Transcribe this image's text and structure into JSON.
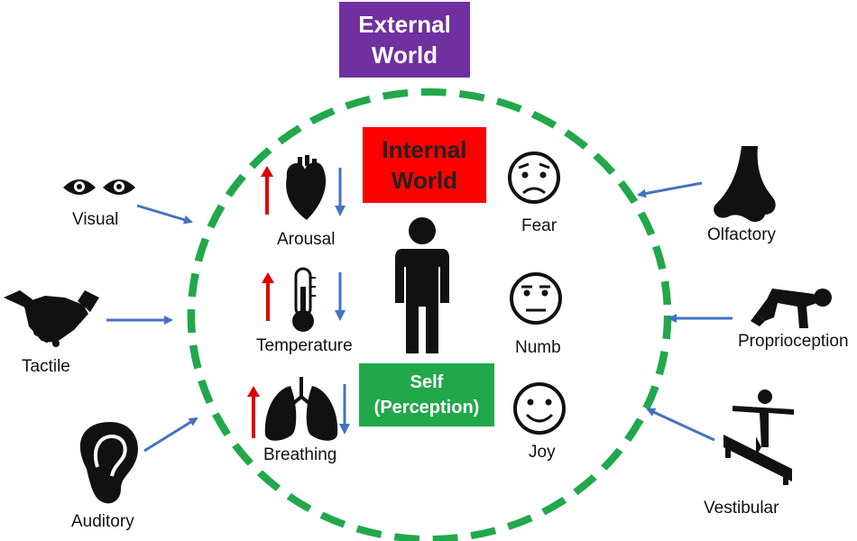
{
  "colors": {
    "external_box": "#7030a0",
    "internal_box": "#ff0000",
    "self_box": "#21a84a",
    "dashed_circle": "#21a84a",
    "arrows": "#4472c4",
    "up_arrow": "#e00000",
    "down_arrow": "#4472c4"
  },
  "external_world": {
    "line1": "External",
    "line2": "World"
  },
  "internal_world": {
    "line1": "Internal",
    "line2": "World"
  },
  "self": {
    "line1": "Self",
    "line2": "(Perception)"
  },
  "senses": [
    {
      "label": "Visual",
      "icon": "eyes-icon"
    },
    {
      "label": "Tactile",
      "icon": "handshake-icon"
    },
    {
      "label": "Auditory",
      "icon": "ear-icon"
    },
    {
      "label": "Olfactory",
      "icon": "nose-icon"
    },
    {
      "label": "Proprioception",
      "icon": "crawling-person-icon"
    },
    {
      "label": "Vestibular",
      "icon": "balance-beam-icon"
    }
  ],
  "body_signals": [
    {
      "label": "Arousal",
      "icon": "heart-icon"
    },
    {
      "label": "Temperature",
      "icon": "thermometer-icon"
    },
    {
      "label": "Breathing",
      "icon": "lungs-icon"
    }
  ],
  "emotions": [
    {
      "label": "Fear",
      "icon": "worried-face-icon"
    },
    {
      "label": "Numb",
      "icon": "neutral-face-icon"
    },
    {
      "label": "Joy",
      "icon": "smiling-face-icon"
    }
  ]
}
